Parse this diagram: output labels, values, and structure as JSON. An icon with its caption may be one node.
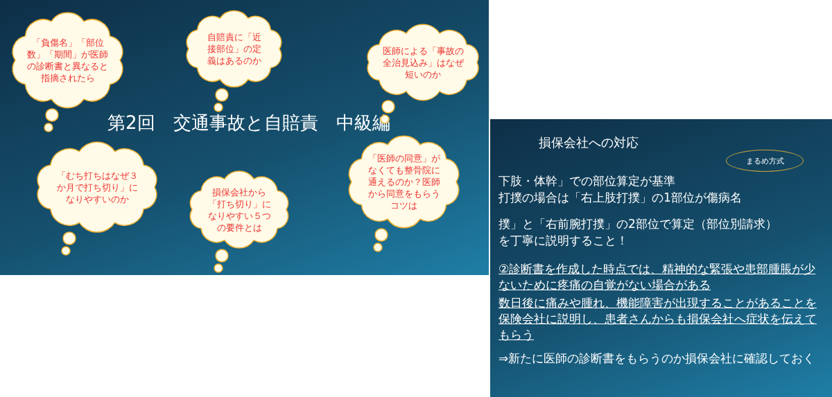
{
  "diagram": {
    "nodes": [
      {
        "text": [
          "第2回　交通事故と自賠責　中級編"
        ]
      },
      {
        "text": [
          "「負傷名」「部位数」「期間」が医師の診断書と異なると指摘されたら"
        ],
        "in": 0
      },
      {
        "text": [
          "自賠責に「近接部位」の定義はあるのか"
        ],
        "in": 0
      },
      {
        "text": [
          "医師による「事故の全治見込み」はなぜ短いのか"
        ],
        "in": 0
      },
      {
        "text": [
          "「むち打ちはなぜ３か月で打ち切り」になりやすいのか"
        ],
        "in": 0
      },
      {
        "text": [
          "損保会社から「打ち切り」になりやすい５つの要件とは"
        ],
        "in": 0
      },
      {
        "text": [
          "「医師の同意」がなくても整骨院に通えるのか？医師から同意をもらうコツは"
        ],
        "in": 0
      },
      {
        "text": [
          "損保会社への対応"
        ]
      },
      {
        "text": [
          "まるめ方式"
        ],
        "in": 7
      }
    ],
    "labels": [
      "下肢・体幹」での部位算定が基準",
      "打撲の場合は「右上肢打撲」の1部位が傷病名",
      "撲」と「右前腕打撲」の2部位で算定（部位別請求）",
      "を丁寧に説明すること！",
      "②診断書を作成した時点では、精神的な緊張や患部腫脹が少ないために疼痛の自覚がない場合がある",
      "数日後に痛みや腫れ、機能障害が出現することがあることを保険会社に説明し、患者さんからも損保会社へ症状を伝えてもらう",
      "⇒新たに医師の診断書をもらうのか損保会社に確認しておく"
    ]
  }
}
